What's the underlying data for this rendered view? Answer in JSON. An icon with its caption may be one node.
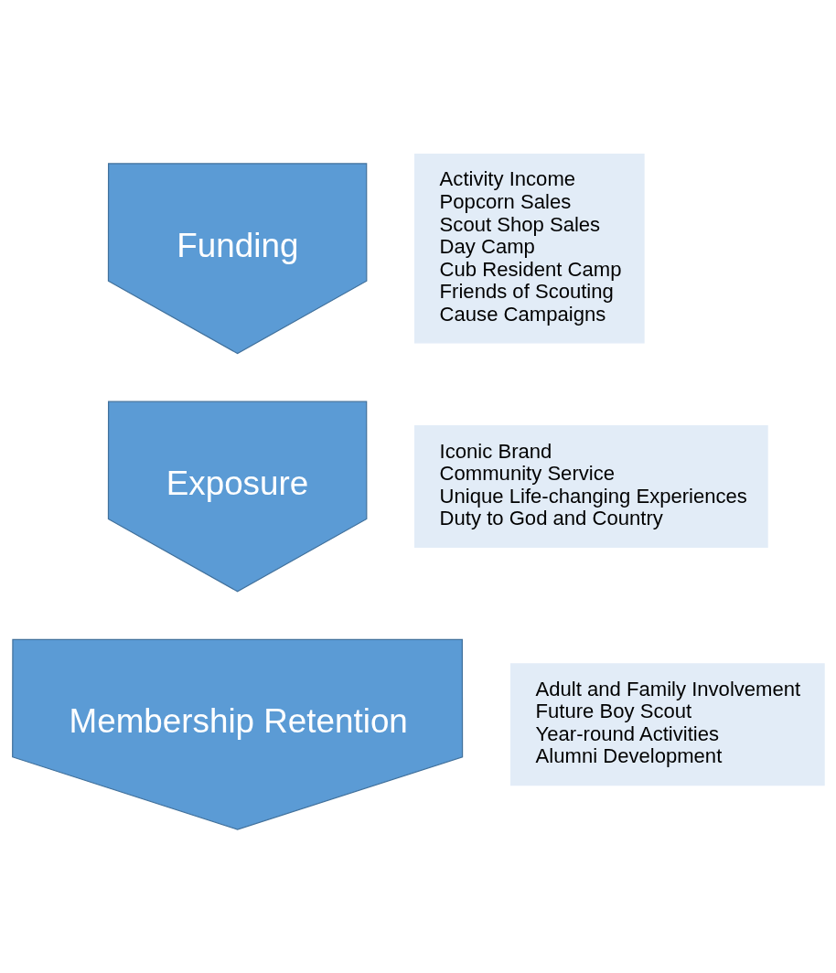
{
  "diagram": {
    "nodes": [
      {
        "text": [
          "Funding"
        ]
      },
      {
        "text": [
          "Activity Income",
          "Popcorn Sales",
          "Scout Shop Sales",
          "Day Camp",
          "Cub Resident Camp",
          "Friends of Scouting",
          "Cause Campaigns"
        ]
      },
      {
        "text": [
          "Exposure"
        ]
      },
      {
        "text": [
          "Iconic Brand",
          "Community Service",
          "Unique Life-changing Experiences",
          "Duty to God and Country"
        ]
      },
      {
        "text": [
          "Membership Retention"
        ]
      },
      {
        "text": [
          "Adult and Family Involvement",
          "Future Boy Scout",
          "Year-round Activities",
          "Alumni Development"
        ]
      }
    ]
  }
}
